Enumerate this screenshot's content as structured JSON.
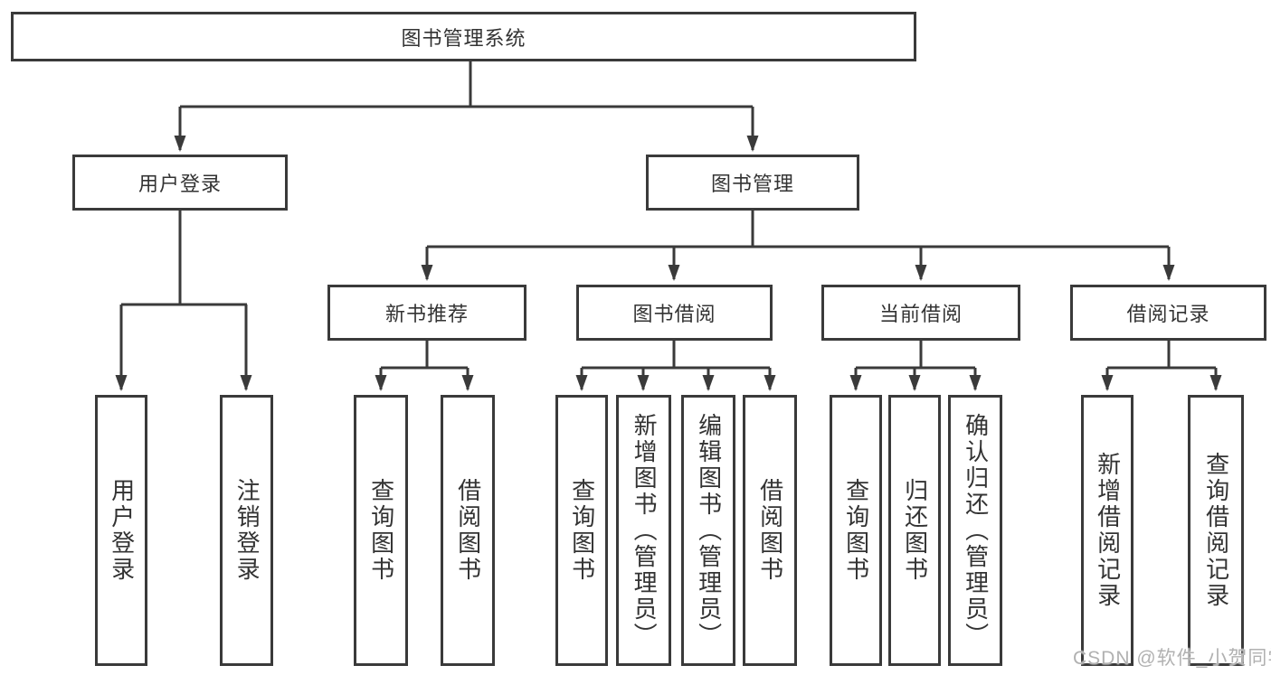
{
  "tree": {
    "root": {
      "label": "图书管理系统"
    },
    "branches": [
      {
        "label": "用户登录",
        "children": [
          {
            "label": "用户登录"
          },
          {
            "label": "注销登录"
          }
        ]
      },
      {
        "label": "图书管理",
        "sections": [
          {
            "label": "新书推荐",
            "children": [
              {
                "label": "查询图书"
              },
              {
                "label": "借阅图书"
              }
            ]
          },
          {
            "label": "图书借阅",
            "children": [
              {
                "label": "查询图书"
              },
              {
                "label": "新增图书（管理员）"
              },
              {
                "label": "编辑图书（管理员）"
              },
              {
                "label": "借阅图书"
              }
            ]
          },
          {
            "label": "当前借阅",
            "children": [
              {
                "label": "查询图书"
              },
              {
                "label": "归还图书"
              },
              {
                "label": "确认归还（管理员）"
              }
            ]
          },
          {
            "label": "借阅记录",
            "children": [
              {
                "label": "新增借阅记录"
              },
              {
                "label": "查询借阅记录"
              }
            ]
          }
        ]
      }
    ]
  },
  "watermark": {
    "text": "CSDN @软件_小贺同学"
  },
  "colors": {
    "line": "#3a3a3a",
    "text": "#333333",
    "watermark": "#b1b1b1",
    "background": "#ffffff"
  }
}
